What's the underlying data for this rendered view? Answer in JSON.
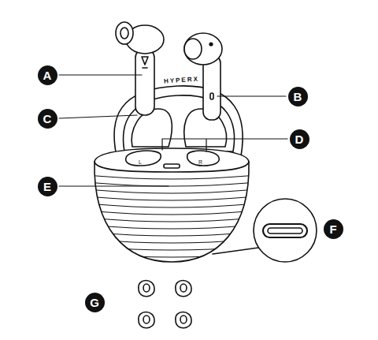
{
  "diagram": {
    "nodes": [
      {
        "text": [
          "A"
        ]
      },
      {
        "text": [
          "B"
        ]
      },
      {
        "text": [
          "C"
        ]
      },
      {
        "text": [
          "D"
        ]
      },
      {
        "text": [
          "E"
        ]
      },
      {
        "text": [
          "F"
        ]
      },
      {
        "text": [
          "G"
        ]
      }
    ],
    "labels": [
      "HYPERX",
      "L",
      "R"
    ]
  }
}
